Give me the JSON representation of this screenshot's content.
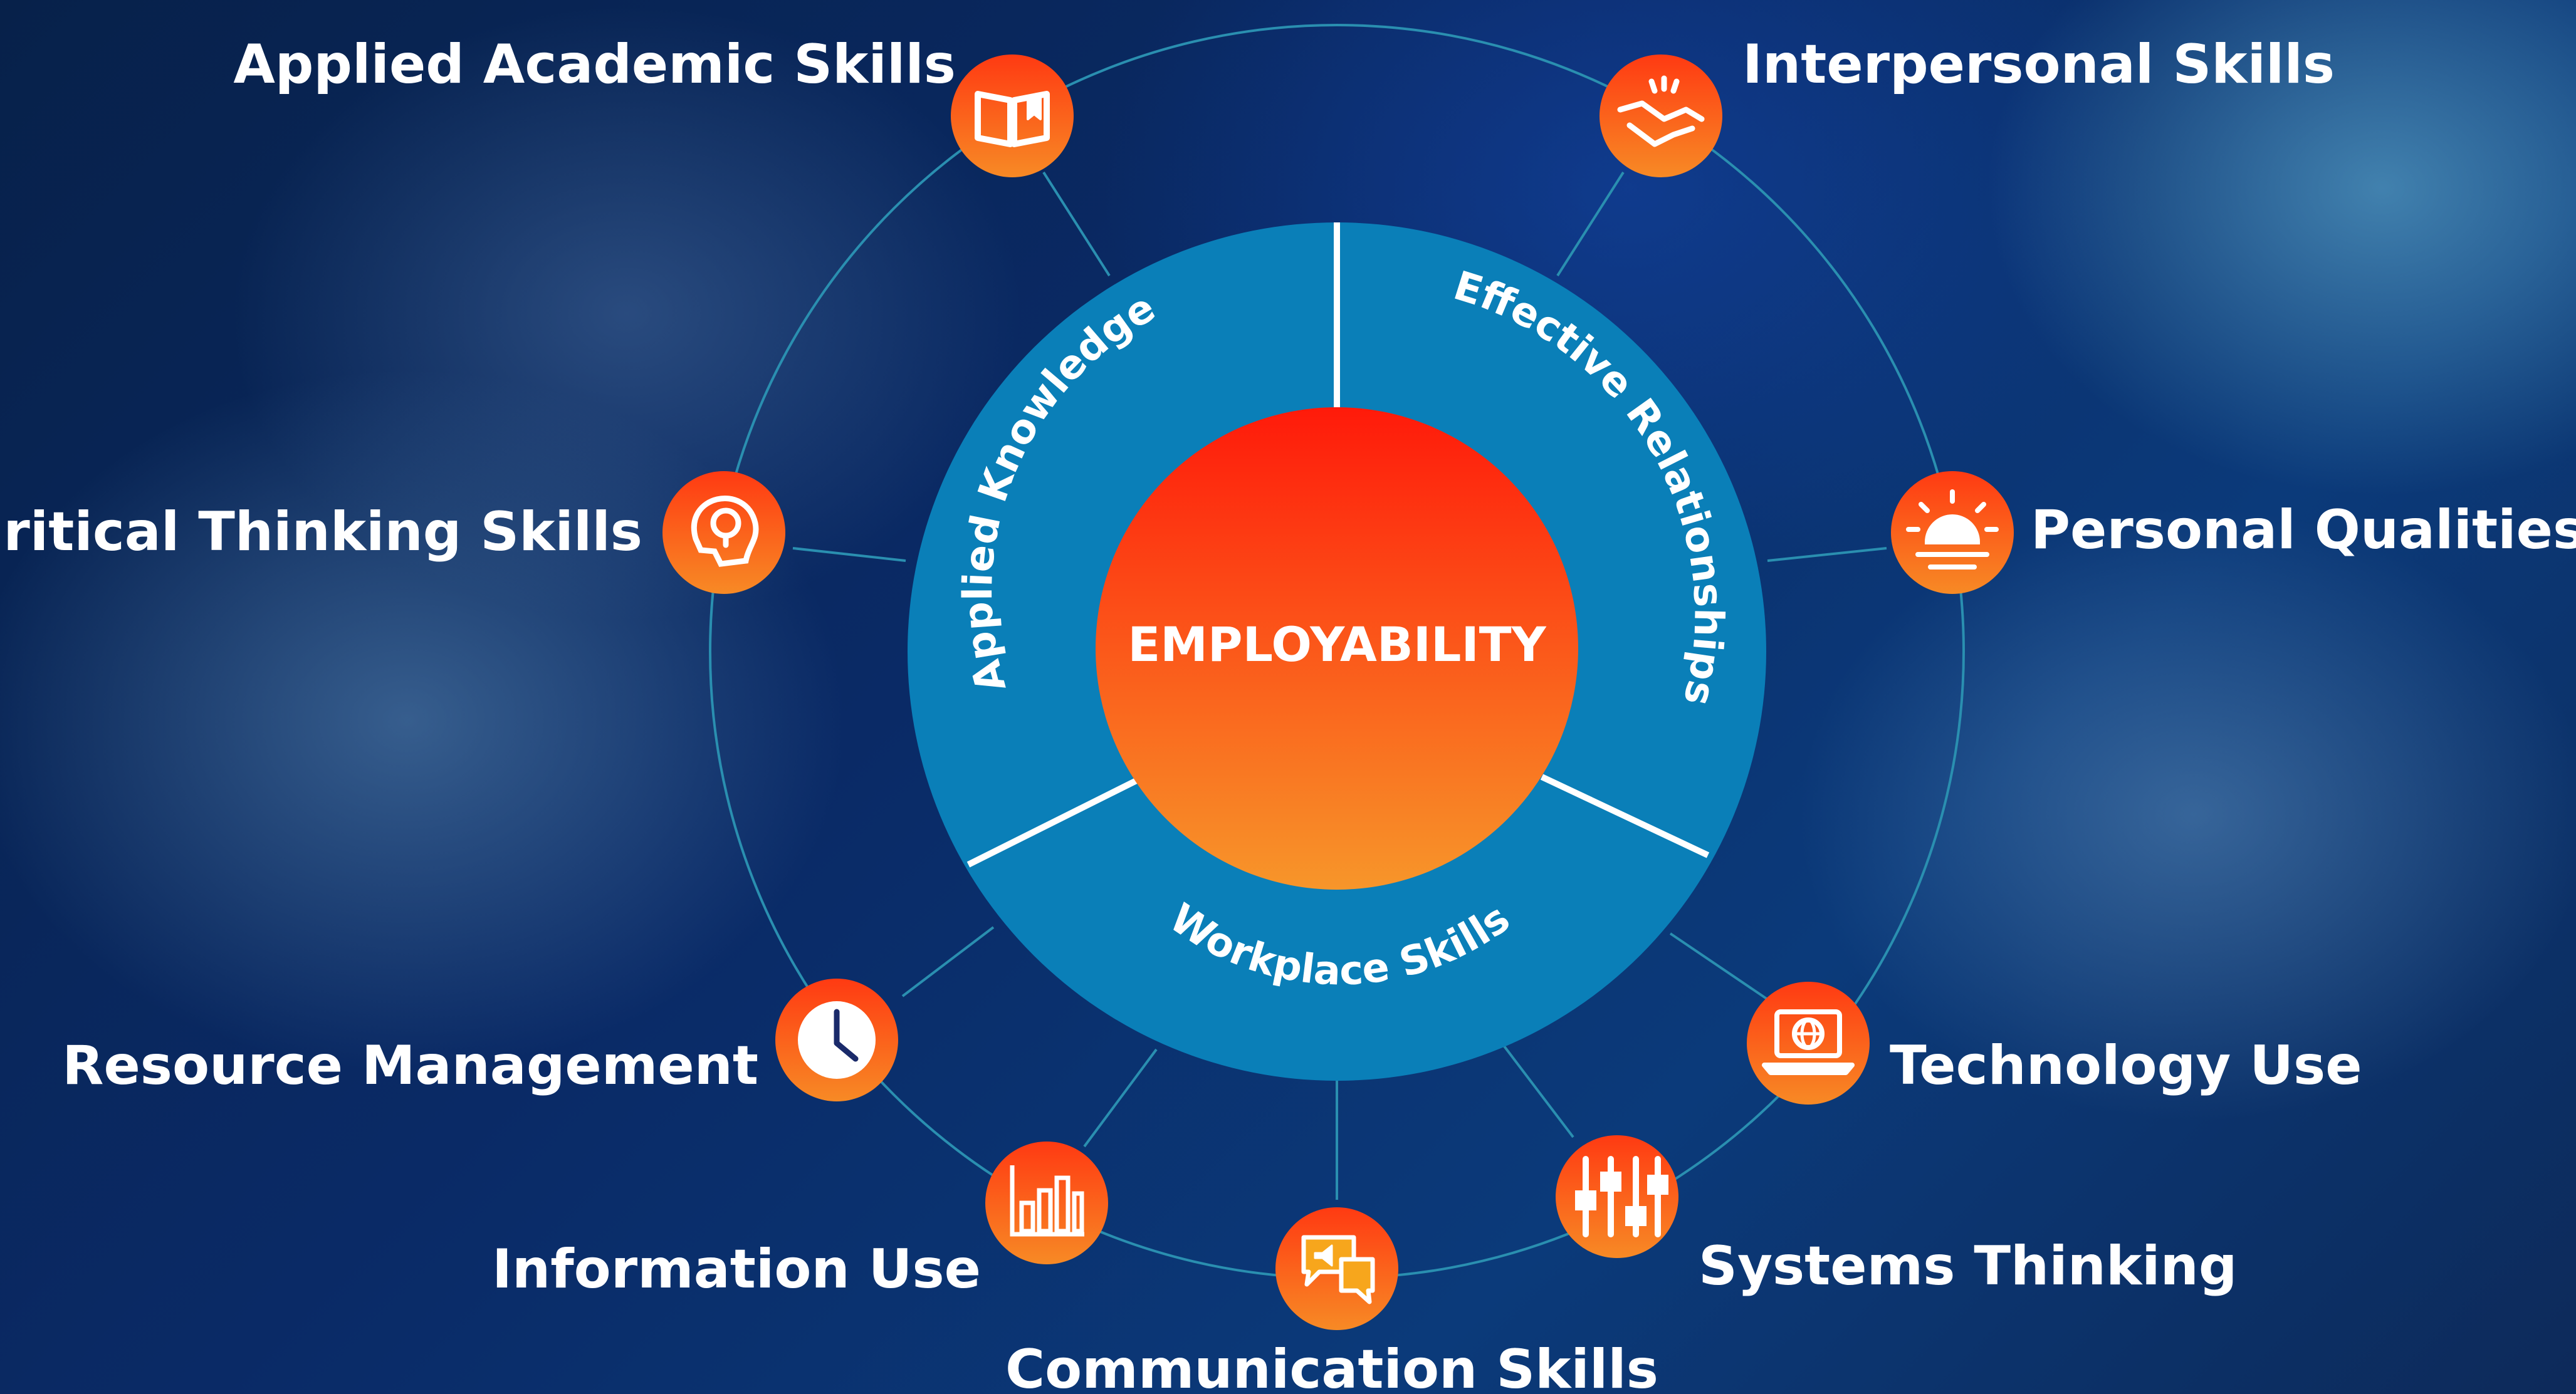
{
  "center": {
    "label": "EMPLOYABILITY"
  },
  "segments": [
    {
      "label": "Applied Knowledge"
    },
    {
      "label": "Effective Relationships"
    },
    {
      "label": "Workplace Skills"
    }
  ],
  "skills": [
    {
      "label": "Applied Academic Skills",
      "icon": "book-icon"
    },
    {
      "label": "Interpersonal Skills",
      "icon": "handshake-icon"
    },
    {
      "label": "Critical Thinking Skills",
      "icon": "lightbulb-head-icon"
    },
    {
      "label": "Personal Qualities",
      "icon": "sunrise-icon"
    },
    {
      "label": "Resource Management",
      "icon": "clock-icon"
    },
    {
      "label": "Technology Use",
      "icon": "laptop-globe-icon"
    },
    {
      "label": "Information Use",
      "icon": "bar-chart-icon"
    },
    {
      "label": "Systems Thinking",
      "icon": "sliders-icon"
    },
    {
      "label": "Communication Skills",
      "icon": "speech-bubbles-icon"
    }
  ],
  "colors": {
    "ring": "#0a7fb8",
    "ring_divider": "#ffffff",
    "center_top": "#ff1a0a",
    "center_bottom": "#f7962a",
    "icon_top": "#ff3a12",
    "icon_bottom": "#f78a25",
    "connector": "#2a8fb0"
  }
}
